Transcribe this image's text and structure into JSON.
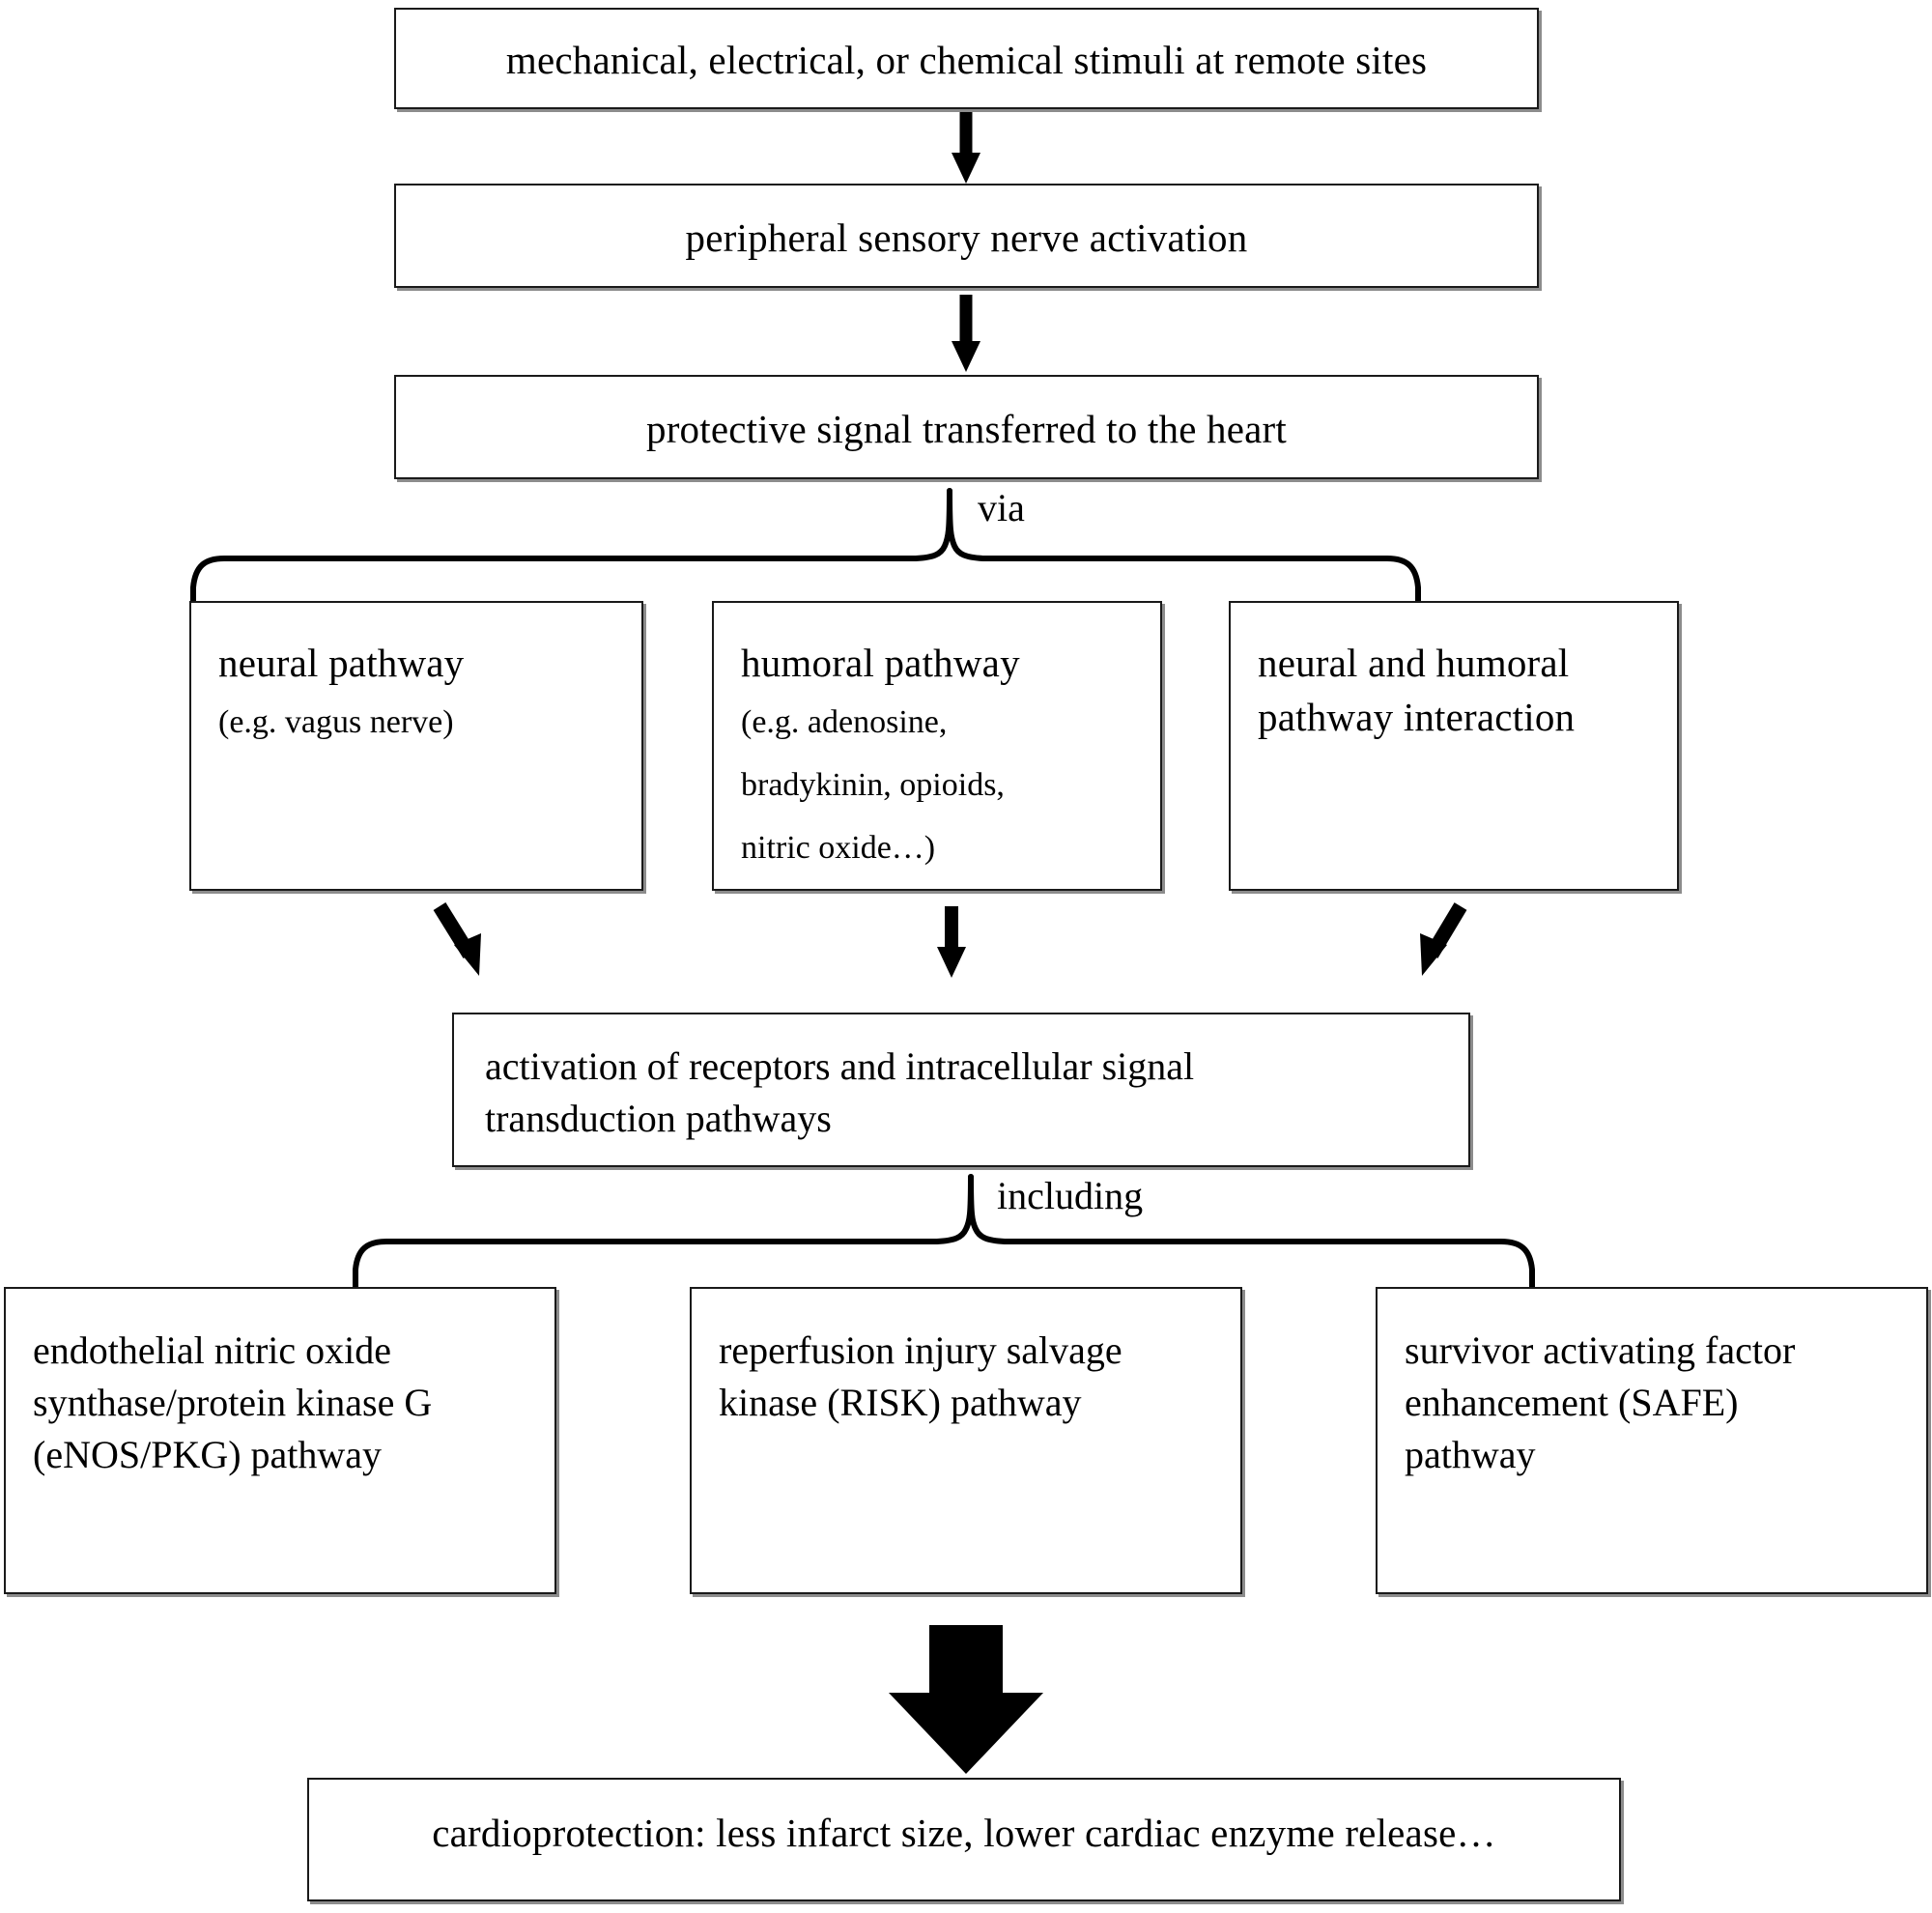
{
  "diagram": {
    "title": "Remote ischemic conditioning cardioprotection signalling flowchart",
    "nodes": {
      "stimuli": {
        "text": "mechanical, electrical, or chemical stimuli at remote sites"
      },
      "sensory": {
        "text": "peripheral sensory nerve activation"
      },
      "transfer": {
        "text": "protective signal transferred to the heart"
      },
      "neural_pathway": {
        "title": "neural pathway",
        "detail": "(e.g. vagus nerve)"
      },
      "humoral_pathway": {
        "title": "humoral pathway",
        "detail_line1": "(e.g. adenosine,",
        "detail_line2": "bradykinin, opioids,",
        "detail_line3": "nitric oxide…)"
      },
      "interaction_pathway": {
        "line1": "neural  and humoral",
        "line2": "pathway interaction"
      },
      "activation": {
        "line1": "activation of receptors and intracellular signal",
        "line2": "transduction pathways"
      },
      "enos": {
        "line1": "endothelial nitric oxide",
        "line2": "synthase/protein kinase G",
        "line3": "(eNOS/PKG) pathway"
      },
      "risk": {
        "line1": "reperfusion injury salvage",
        "line2": "kinase (RISK) pathway"
      },
      "safe": {
        "line1": "survivor activating factor",
        "line2": "enhancement (SAFE)",
        "line3": "pathway"
      },
      "outcome": {
        "text": "cardioprotection: less infarct size, lower cardiac enzyme release…"
      }
    },
    "connector_labels": {
      "via": "via",
      "including": "including"
    },
    "connectors": [
      {
        "name": "stimuli-to-sensory",
        "kind": "arrow-down"
      },
      {
        "name": "sensory-to-transfer",
        "kind": "arrow-down"
      },
      {
        "name": "transfer-to-pathways",
        "kind": "brace-down",
        "label": "via"
      },
      {
        "name": "neural-to-activation",
        "kind": "arrow-diagonal-right"
      },
      {
        "name": "humoral-to-activation",
        "kind": "arrow-down"
      },
      {
        "name": "interaction-to-activation",
        "kind": "arrow-diagonal-left"
      },
      {
        "name": "activation-to-pathways",
        "kind": "brace-down",
        "label": "including"
      },
      {
        "name": "pathways-to-outcome",
        "kind": "block-arrow-down"
      }
    ],
    "colors": {
      "background": "#ffffff",
      "border": "#1a1a1a",
      "shadow": "#8c8c8c",
      "text": "#000000",
      "arrow": "#000000"
    }
  }
}
